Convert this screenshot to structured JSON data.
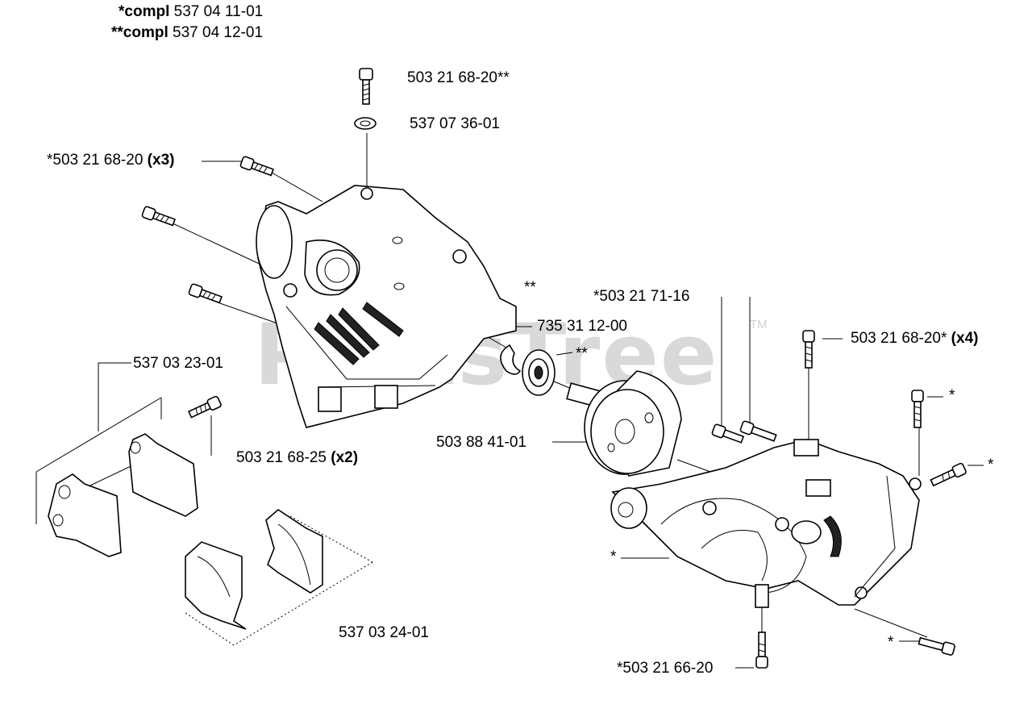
{
  "watermark": {
    "text": "PartsTree",
    "trademark": "TM"
  },
  "compl_labels": [
    {
      "prefix": "*compl",
      "number": "537 04 11-01"
    },
    {
      "prefix": "**compl",
      "number": "537 04 12-01"
    }
  ],
  "parts": {
    "top_screw": "503 21 68-20**",
    "washer": "537 07 36-01",
    "left_screws_main": "*503 21 68-20",
    "left_screws_qty": "(x3)",
    "double_star": "**",
    "clip": "735 31 12-00",
    "bearing_mark": "**",
    "stud_top": "*503 21 71-16",
    "right_screw_main": "503 21 68-20*",
    "right_screw_qty": "(x4)",
    "clamp_left": "537 03 23-01",
    "clamp_screw_main": "503 21 68-25",
    "clamp_screw_qty": "(x2)",
    "clutch_drum": "503 88 41-01",
    "star_right_1": "*",
    "star_right_2": "*",
    "star_housing": "*",
    "star_bottom_right": "*",
    "clamp_bottom": "537 03 24-01",
    "bottom_screw": "*503 21 66-20"
  }
}
